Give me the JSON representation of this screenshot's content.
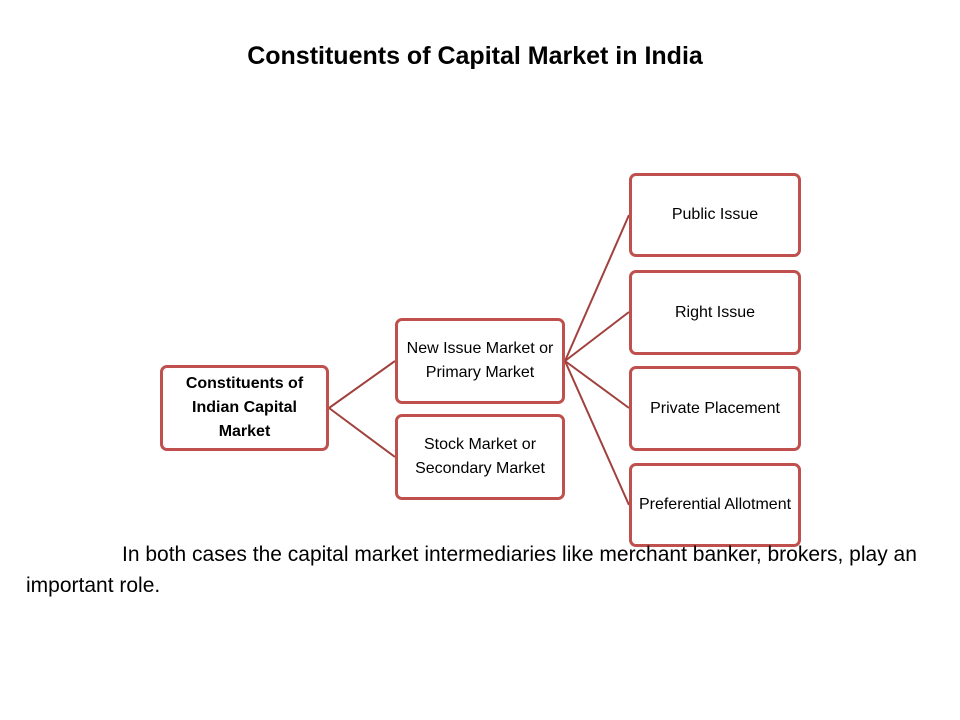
{
  "title": "Constituents of Capital Market in India",
  "diagram": {
    "root": "Constituents of Indian Capital Market",
    "level1": [
      "New Issue Market or Primary Market",
      "Stock Market or Secondary Market"
    ],
    "level2": [
      "Public Issue",
      "Right Issue",
      "Private Placement",
      "Preferential Allotment"
    ]
  },
  "note": "In both cases the capital market intermediaries like merchant banker, brokers, play an important role.",
  "colors": {
    "border": "#c0504d",
    "connector": "#a0413e"
  }
}
